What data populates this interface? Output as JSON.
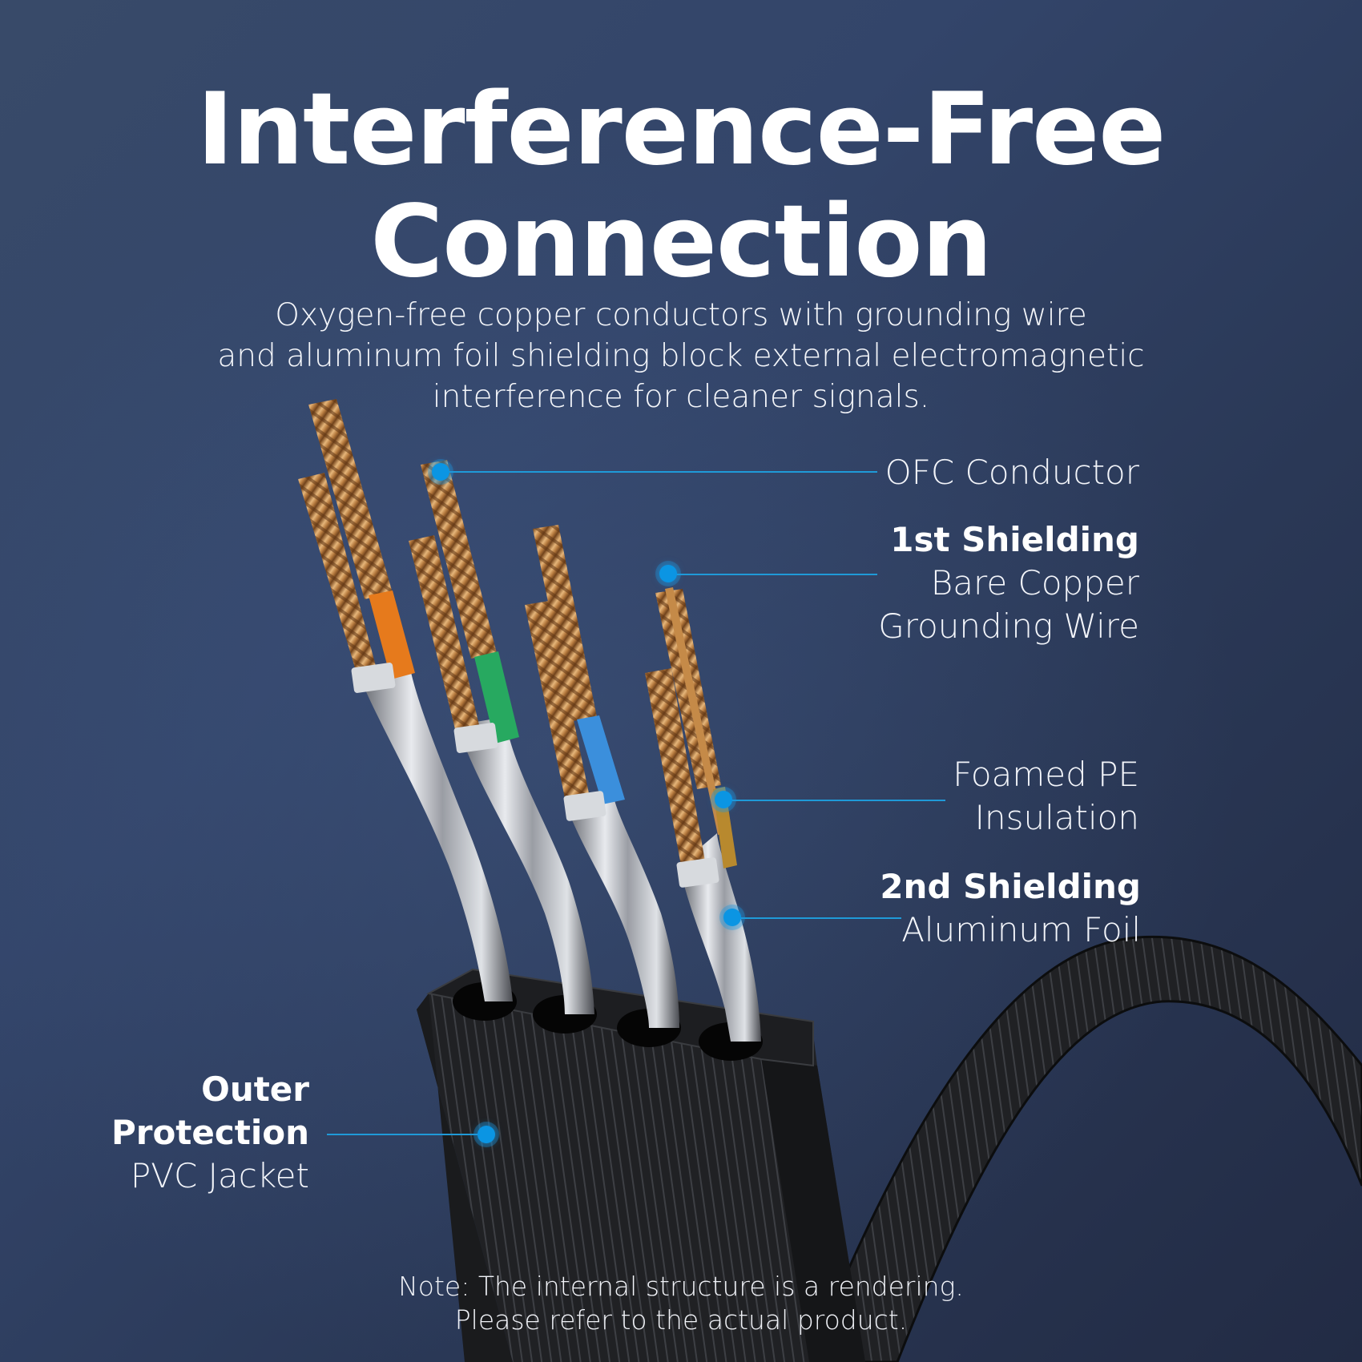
{
  "title": {
    "line1": "Interference-Free",
    "line2": "Connection"
  },
  "subtitle": {
    "line1": "Oxygen-free copper conductors with grounding wire",
    "line2": "and aluminum foil shielding block external electromagnetic",
    "line3": "interference for cleaner signals."
  },
  "callouts": {
    "ofc": {
      "label": "OFC Conductor"
    },
    "shield1": {
      "title": "1st Shielding",
      "line1": "Bare Copper",
      "line2": "Grounding Wire"
    },
    "insulation": {
      "line1": "Foamed PE",
      "line2": "Insulation"
    },
    "shield2": {
      "title": "2nd Shielding",
      "line1": "Aluminum Foil"
    },
    "outer": {
      "title1": "Outer",
      "title2": "Protection",
      "line1": "PVC Jacket"
    }
  },
  "wire_pairs": [
    {
      "color_name": "orange",
      "color": "#e67a1c"
    },
    {
      "color_name": "green",
      "color": "#27a960"
    },
    {
      "color_name": "blue",
      "color": "#3b8fdc"
    },
    {
      "color_name": "brown",
      "color": "#b8892e"
    }
  ],
  "colors": {
    "accent": "#0b95e3",
    "leader_line": "#1f9ad8",
    "background": "#33456a",
    "jacket": "#1e1f22"
  },
  "note": {
    "line1": "Note: The internal structure is a rendering.",
    "line2": "Please refer to the actual product."
  }
}
